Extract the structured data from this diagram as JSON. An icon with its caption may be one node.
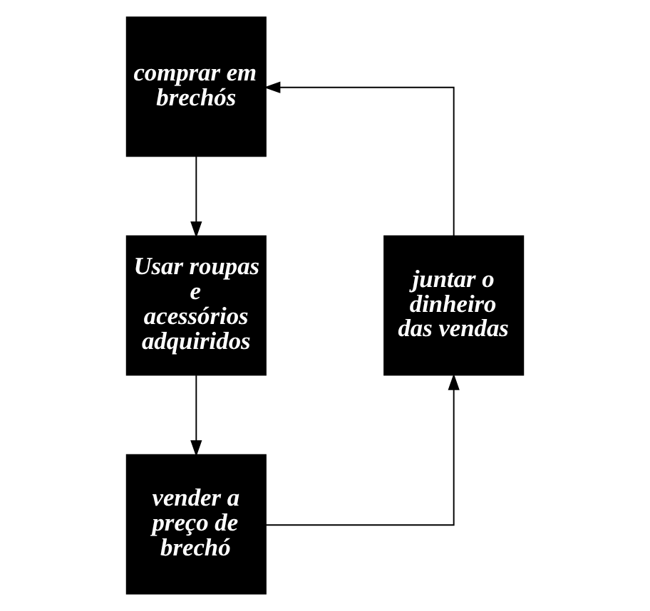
{
  "diagram": {
    "nodes": [
      {
        "text": [
          "comprar em brechós"
        ]
      },
      {
        "text": [
          "Usar roupas e acessórios adquiridos"
        ]
      },
      {
        "text": [
          "vender a preço de brechó"
        ]
      },
      {
        "text": [
          "juntar o dinheiro das vendas"
        ]
      }
    ],
    "edges": [
      {
        "from": 0,
        "to": 1,
        "arrow": "to"
      },
      {
        "from": 1,
        "to": 2,
        "arrow": "to"
      },
      {
        "from": 2,
        "to": 3,
        "arrow": "to"
      },
      {
        "from": 3,
        "to": 0,
        "arrow": "to"
      }
    ]
  }
}
